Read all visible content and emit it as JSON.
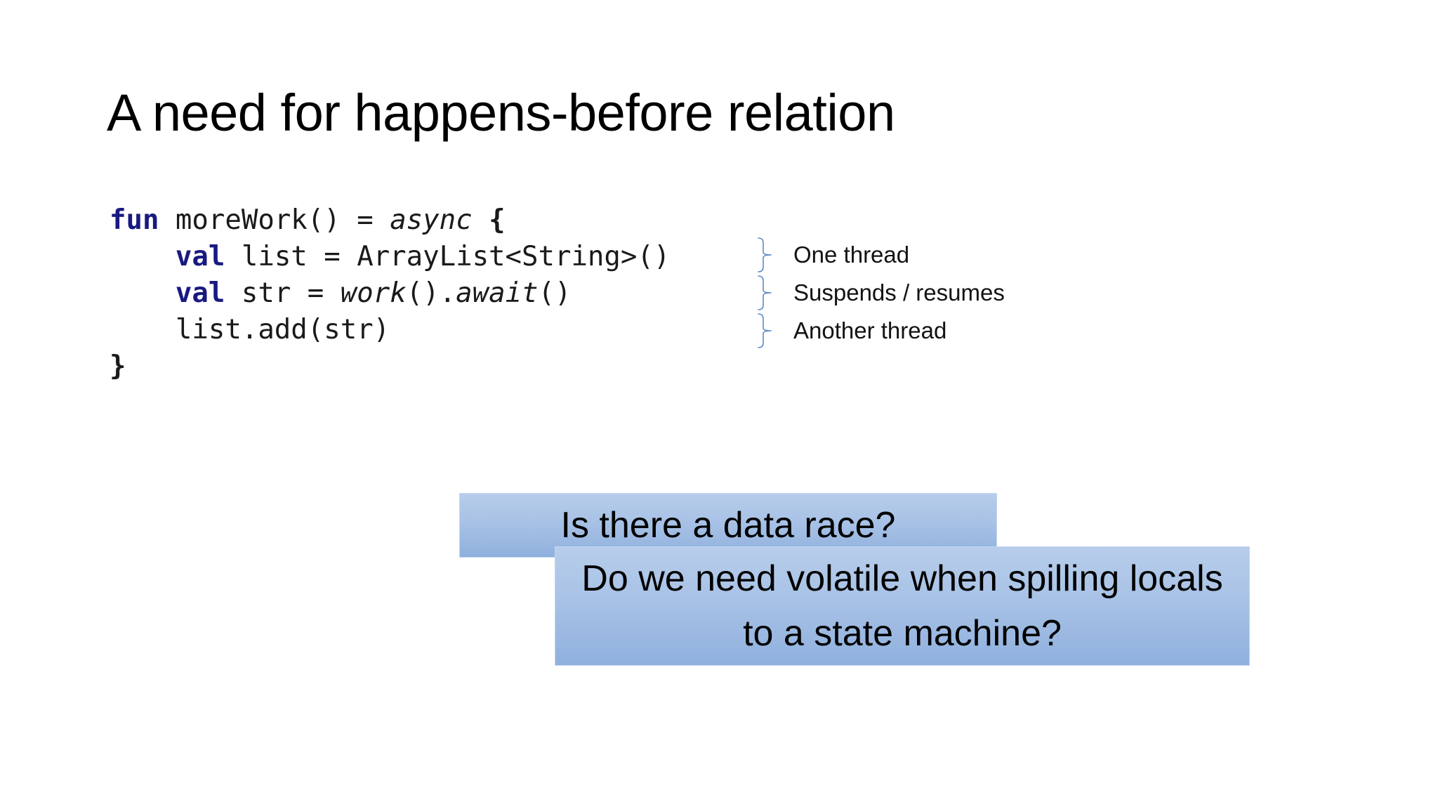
{
  "slide": {
    "title": "A need for happens-before relation",
    "background_color": "#ffffff"
  },
  "code": {
    "language": "kotlin",
    "keyword_color": "#191982",
    "text_color": "#1a1a1a",
    "lines": [
      {
        "id": "line-1",
        "tokens": [
          {
            "text": "fun",
            "style": "keyword"
          },
          {
            "text": " moreWork() = ",
            "style": "plain"
          },
          {
            "text": "async",
            "style": "italic"
          },
          {
            "text": " ",
            "style": "plain"
          },
          {
            "text": "{",
            "style": "bold"
          }
        ]
      },
      {
        "id": "line-2",
        "tokens": [
          {
            "text": "    ",
            "style": "plain"
          },
          {
            "text": "val",
            "style": "keyword"
          },
          {
            "text": " list = ArrayList<String>()",
            "style": "plain"
          }
        ]
      },
      {
        "id": "line-3",
        "tokens": [
          {
            "text": "    ",
            "style": "plain"
          },
          {
            "text": "val",
            "style": "keyword"
          },
          {
            "text": " str = ",
            "style": "plain"
          },
          {
            "text": "work",
            "style": "italic"
          },
          {
            "text": "().",
            "style": "plain"
          },
          {
            "text": "await",
            "style": "italic"
          },
          {
            "text": "()",
            "style": "plain"
          }
        ]
      },
      {
        "id": "line-4",
        "tokens": [
          {
            "text": "    list.add(str)",
            "style": "plain"
          }
        ]
      },
      {
        "id": "line-5",
        "tokens": [
          {
            "text": "}",
            "style": "bold"
          }
        ]
      }
    ]
  },
  "annotations": {
    "brace_color": "#5b8ac6",
    "items": [
      {
        "label": "One thread"
      },
      {
        "label": "Suspends / resumes"
      },
      {
        "label": "Another thread"
      }
    ]
  },
  "callouts": [
    {
      "id": "data-race",
      "text": "Is there a data race?",
      "fill_top": "#b7cdea",
      "fill_bottom": "#8fb0dd",
      "border": "#c3d6ef"
    },
    {
      "id": "volatile-spilling",
      "text": "Do we need volatile when spilling locals to a state machine?",
      "fill_top": "#b7cdea",
      "fill_bottom": "#8fb0dd",
      "border": "#c3d6ef"
    }
  ]
}
